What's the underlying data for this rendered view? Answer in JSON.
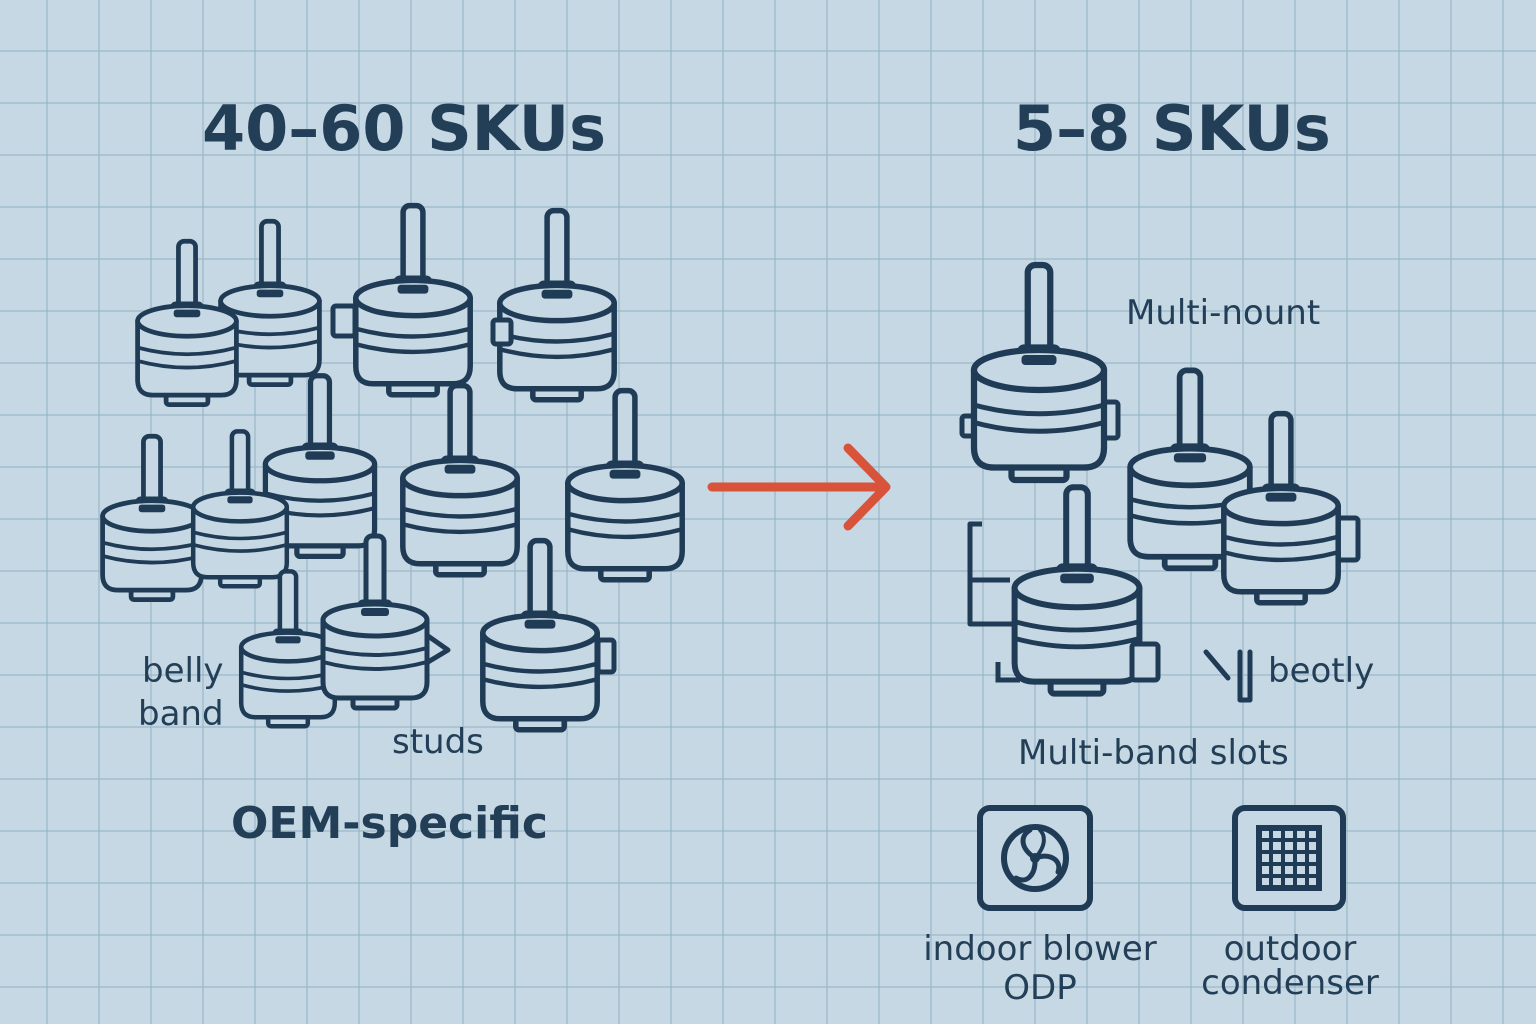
{
  "left": {
    "title": "40–60 SKUs",
    "label_belly_line1": "belly",
    "label_belly_line2": "band",
    "label_studs": "studs",
    "caption": "OEM-specific"
  },
  "right": {
    "title": "5–8 SKUs",
    "label_mount": "Multi-nount",
    "label_belly": "beotly",
    "caption": "Multi-band slots",
    "tiles": [
      {
        "icon": "fan-icon",
        "label_line1": "indoor blower",
        "label_line2": "ODP"
      },
      {
        "icon": "grille-icon",
        "label_line1": "outdoor",
        "label_line2": "condenser"
      }
    ]
  },
  "colors": {
    "background": "#c5d8e3",
    "grid": "#96b4c8",
    "stroke": "#1f3b55",
    "arrow": "#d9533b"
  }
}
